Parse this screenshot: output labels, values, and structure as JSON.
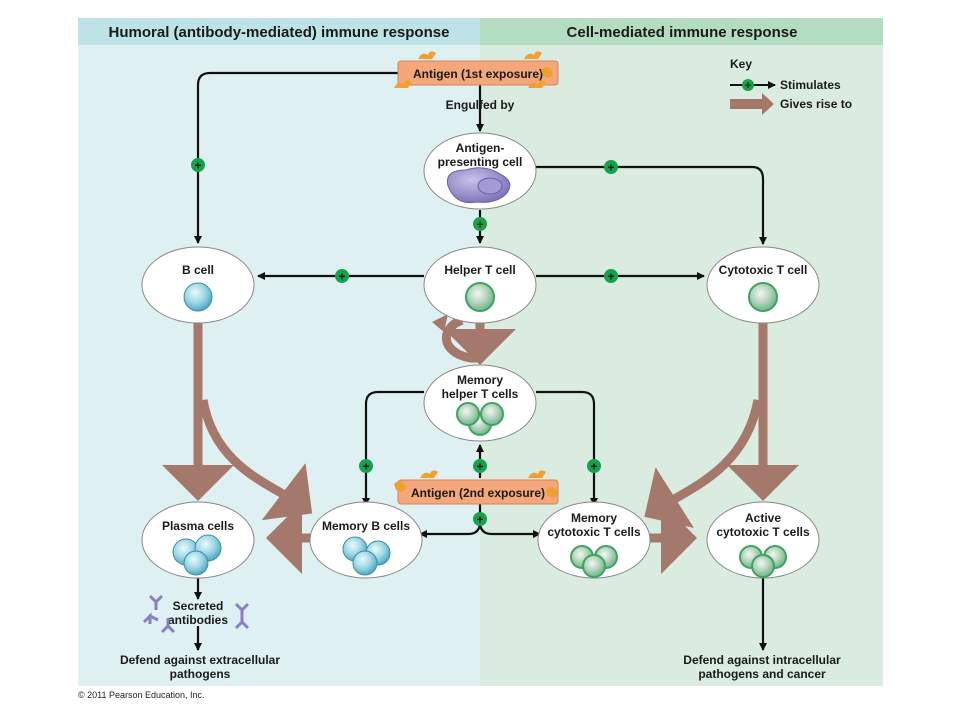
{
  "headers": {
    "left": "Humoral (antibody-mediated) immune response",
    "right": "Cell-mediated immune response"
  },
  "key": {
    "title": "Key",
    "stimulates": "Stimulates",
    "gives_rise": "Gives rise to"
  },
  "antigen1": "Antigen (1st exposure)",
  "antigen2": "Antigen (2nd exposure)",
  "engulfed": "Engulfed by",
  "cells": {
    "apc": [
      "Antigen-",
      "presenting cell"
    ],
    "helper_t": "Helper T cell",
    "b_cell": "B cell",
    "cytotoxic_t": "Cytotoxic T cell",
    "memory_helper": [
      "Memory",
      "helper T cells"
    ],
    "plasma": "Plasma cells",
    "memory_b": "Memory B cells",
    "memory_cytotoxic": [
      "Memory",
      "cytotoxic T cells"
    ],
    "active_cytotoxic": [
      "Active",
      "cytotoxic T cells"
    ]
  },
  "secreted": [
    "Secreted",
    "antibodies"
  ],
  "defend_left": [
    "Defend against extracellular",
    "pathogens"
  ],
  "defend_right": [
    "Defend against intracellular",
    "pathogens and cancer"
  ],
  "copyright": "© 2011 Pearson Education, Inc.",
  "colors": {
    "left_bg": "#dff0f2",
    "right_bg": "#d9ecdf",
    "left_header": "#bde3e6",
    "right_header": "#b4dcc2",
    "arrow_brown": "#a4786a",
    "antigen_box": "#f3a77a",
    "antigen_orange": "#f0a030",
    "plus_green": "#16a24a",
    "b_cell_blue": "#7fc7da",
    "t_cell_green": "#8fcf8f",
    "apc_purple": "#9a90c8"
  },
  "plus_sign": "+"
}
